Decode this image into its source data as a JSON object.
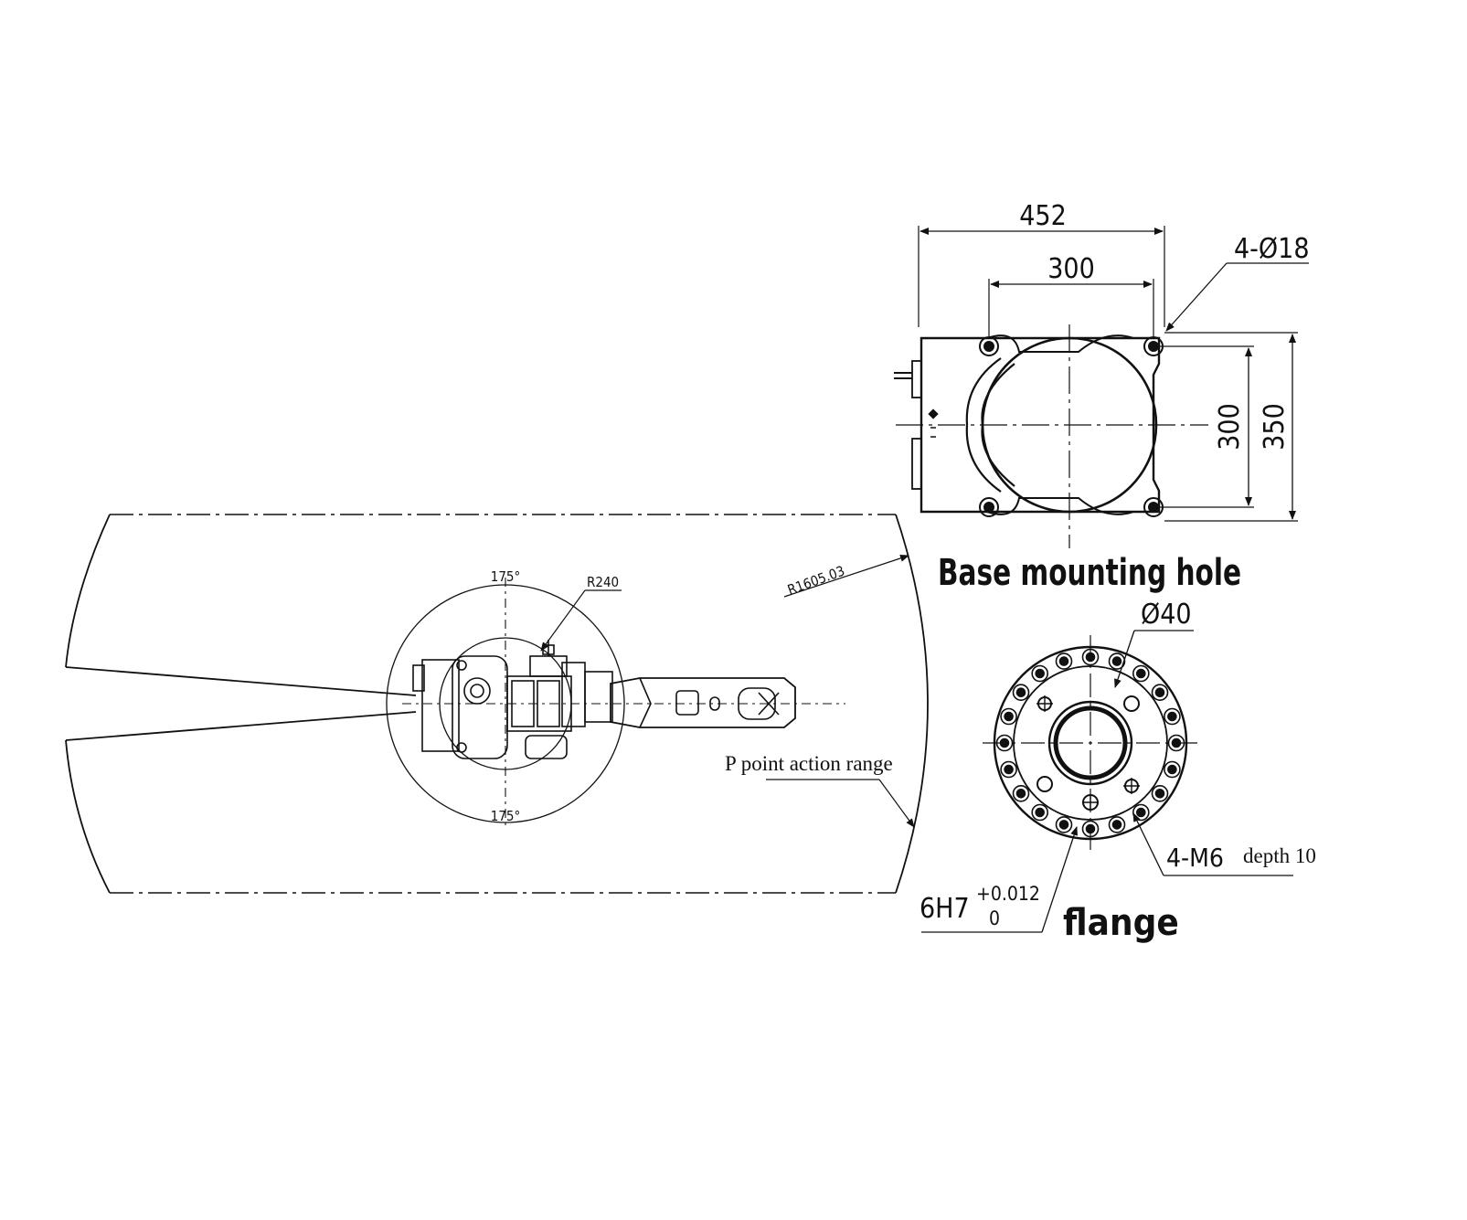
{
  "base_view": {
    "dim_width_outer": "452",
    "dim_width_inner": "300",
    "dim_height_inner": "300",
    "dim_height_outer": "350",
    "hole_callout": "4-Ø18",
    "caption": "Base mounting hole"
  },
  "range_view": {
    "angle_top": "175°",
    "angle_bottom": "175°",
    "inner_radius": "R240",
    "outer_radius": "R1605.03",
    "range_label": "P point action range"
  },
  "flange_view": {
    "diameter": "Ø40",
    "thread_callout": "4-M6",
    "thread_depth": "depth 10",
    "fit_base": "6H7",
    "fit_upper": "+0.012",
    "fit_lower": "0",
    "caption": "flange"
  },
  "colors": {
    "line": "#111111",
    "background": "#ffffff"
  }
}
